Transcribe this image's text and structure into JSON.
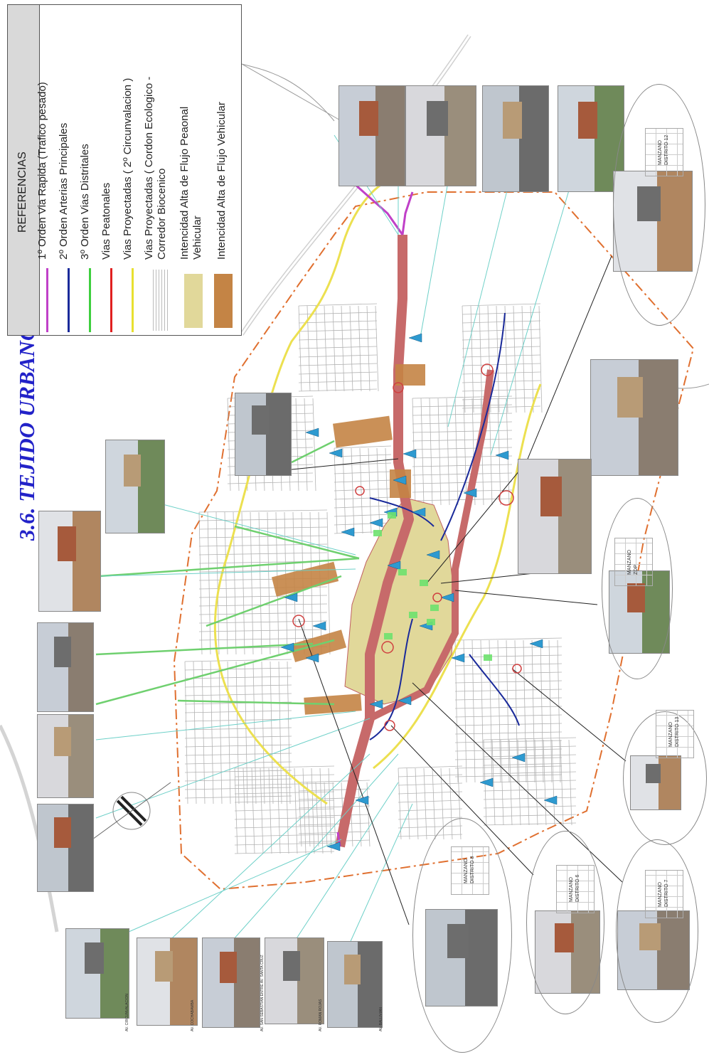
{
  "title": "3.6. TEJIDO URBANO.-",
  "legend": {
    "heading": "REFERENCIAS",
    "items": [
      {
        "label": "1º Orden Via Rapida (Trafico pesado)",
        "symbol": "line",
        "color": "#c040c8"
      },
      {
        "label": "2º Orden Arterias Principales",
        "symbol": "line",
        "color": "#1a2a9a"
      },
      {
        "label": "3º Orden Vias Distritales",
        "symbol": "line",
        "color": "#3ecf3e"
      },
      {
        "label": "Vias Peatonales",
        "symbol": "line",
        "color": "#e02020"
      },
      {
        "label": "Vias Proyectadas ( 2º Circunvalacion )",
        "symbol": "line",
        "color": "#e8e030"
      },
      {
        "label_lines": [
          "Vias Proyectadas ( Cordon Ecologico -",
          "Corredor Biocenico"
        ],
        "symbol": "hatch",
        "color": "#bbbbbb"
      },
      {
        "label_lines": [
          "Intencidad Alta de Flujo Peaonal",
          "Vehicular"
        ],
        "symbol": "box",
        "color": "#e1d89a"
      },
      {
        "label": "Intencidad Alta de Flujo Vehicular",
        "symbol": "box",
        "color": "#c48445"
      }
    ]
  },
  "manzanos": [
    {
      "line1": "MANZANO",
      "line2": "DISTRITO 12"
    },
    {
      "line1": "MANZANO",
      "line2": "ZDP"
    },
    {
      "line1": "MANZANO",
      "line2": "DISTRITO 13"
    },
    {
      "line1": "MANZANO",
      "line2": "DISTRITO 7"
    },
    {
      "line1": "MANZANO",
      "line2": "DISTRITO 6"
    },
    {
      "line1": "MANZANO",
      "line2": "DISTRITO 8"
    }
  ],
  "captions": [
    "AV. CIRCUNVALACION",
    "AV. COCHABAMBA",
    "AV. SAN SEBASTIAN ENTRE AV. SANTA CRUZ",
    "AV. ROMAN ROJAS",
    "AV. BALLIVIAN"
  ],
  "colors": {
    "main_road": "#c76a6a",
    "center_area": "#e1d89a",
    "boundary": "#e07030",
    "marker": "#2e9ad0",
    "streets": "#9a9a9a"
  }
}
